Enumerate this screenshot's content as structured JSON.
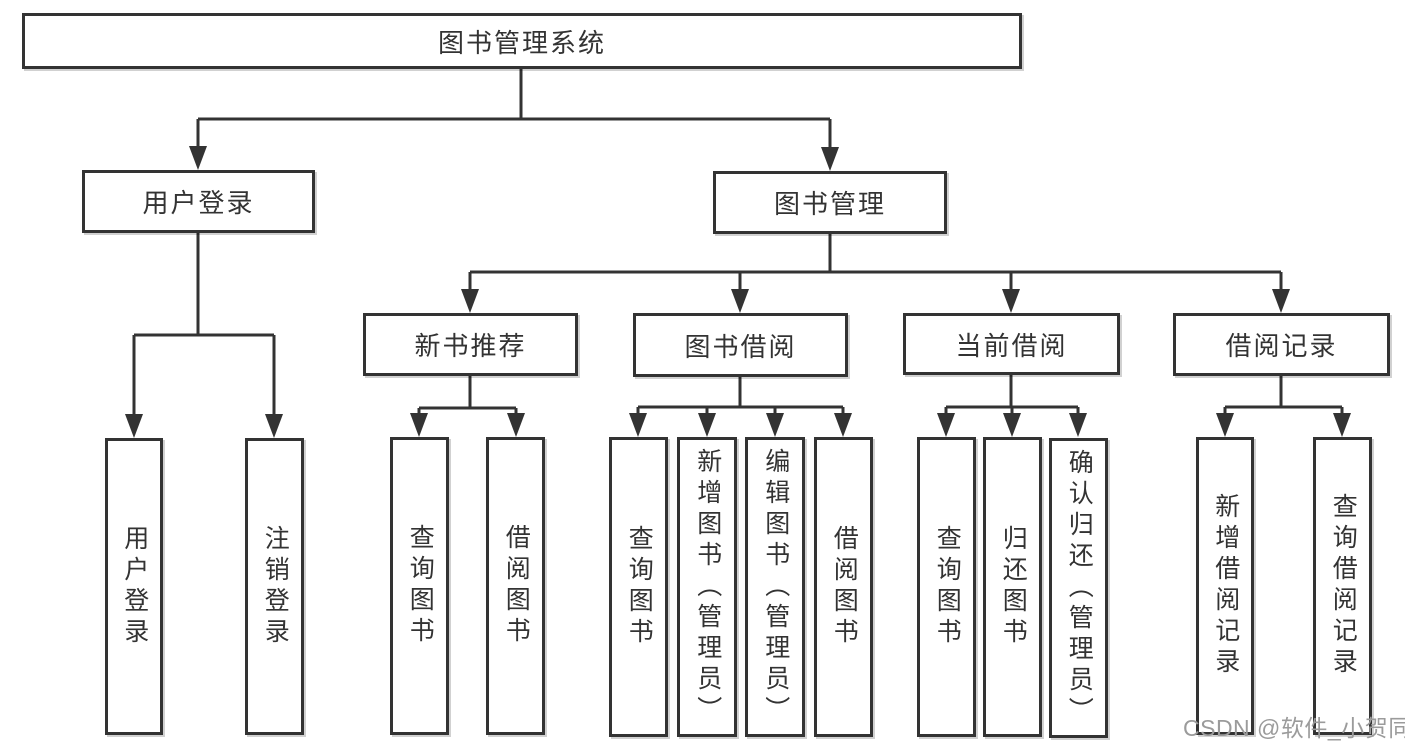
{
  "tree": {
    "root": "图书管理系统",
    "branches": [
      {
        "label": "用户登录",
        "children": [
          "用户登录",
          "注销登录"
        ]
      },
      {
        "label": "图书管理",
        "groups": [
          {
            "label": "新书推荐",
            "children": [
              "查询图书",
              "借阅图书"
            ]
          },
          {
            "label": "图书借阅",
            "children": [
              "查询图书",
              "新增图书（管理员）",
              "编辑图书（管理员）",
              "借阅图书"
            ]
          },
          {
            "label": "当前借阅",
            "children": [
              "查询图书",
              "归还图书",
              "确认归还（管理员）"
            ]
          },
          {
            "label": "借阅记录",
            "children": [
              "新增借阅记录",
              "查询借阅记录"
            ]
          }
        ]
      }
    ]
  },
  "watermark": "CSDN @软件_小贺同学",
  "colors": {
    "line": "#333333",
    "text": "#333333",
    "watermark": "#9b9b9b",
    "background": "#ffffff"
  }
}
